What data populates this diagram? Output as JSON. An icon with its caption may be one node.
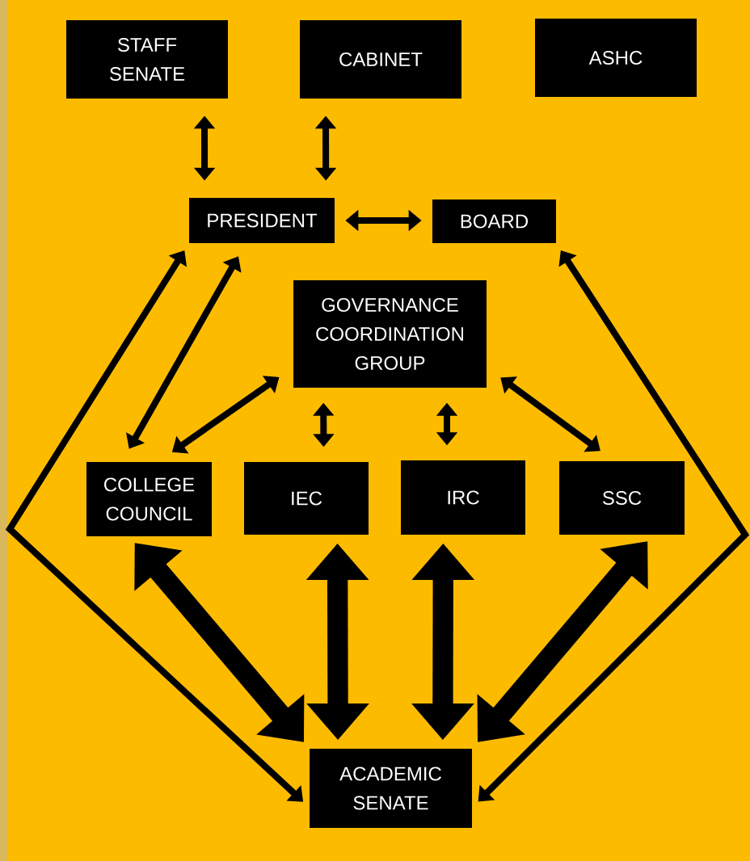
{
  "diagram": {
    "nodes": [
      {
        "text": [
          "STAFF SENATE"
        ]
      },
      {
        "text": [
          "CABINET"
        ]
      },
      {
        "text": [
          "ASHC"
        ]
      },
      {
        "text": [
          "PRESIDENT"
        ]
      },
      {
        "text": [
          "BOARD"
        ]
      },
      {
        "text": [
          "GOVERNANCE COORDINATION GROUP"
        ]
      },
      {
        "text": [
          "COLLEGE COUNCIL"
        ]
      },
      {
        "text": [
          "IEC"
        ]
      },
      {
        "text": [
          "IRC"
        ]
      },
      {
        "text": [
          "SSC"
        ]
      },
      {
        "text": [
          "ACADEMIC SENATE"
        ]
      }
    ],
    "edges": [
      {
        "from": 0,
        "to": 3,
        "arrow": "both"
      },
      {
        "from": 1,
        "to": 3,
        "arrow": "both"
      },
      {
        "from": 3,
        "to": 4,
        "arrow": "both"
      },
      {
        "from": 6,
        "to": 3,
        "arrow": "both"
      },
      {
        "from": 3,
        "to": 10,
        "arrow": "both"
      },
      {
        "from": 5,
        "to": 6,
        "arrow": "both"
      },
      {
        "from": 5,
        "to": 7,
        "arrow": "both"
      },
      {
        "from": 5,
        "to": 8,
        "arrow": "both"
      },
      {
        "from": 5,
        "to": 9,
        "arrow": "both"
      },
      {
        "from": 4,
        "to": 10,
        "arrow": "both"
      },
      {
        "from": 6,
        "to": 10,
        "arrow": "both",
        "style": "thick"
      },
      {
        "from": 7,
        "to": 10,
        "arrow": "both",
        "style": "thick"
      },
      {
        "from": 8,
        "to": 10,
        "arrow": "both",
        "style": "thick"
      },
      {
        "from": 9,
        "to": 10,
        "arrow": "both",
        "style": "thick"
      }
    ]
  }
}
